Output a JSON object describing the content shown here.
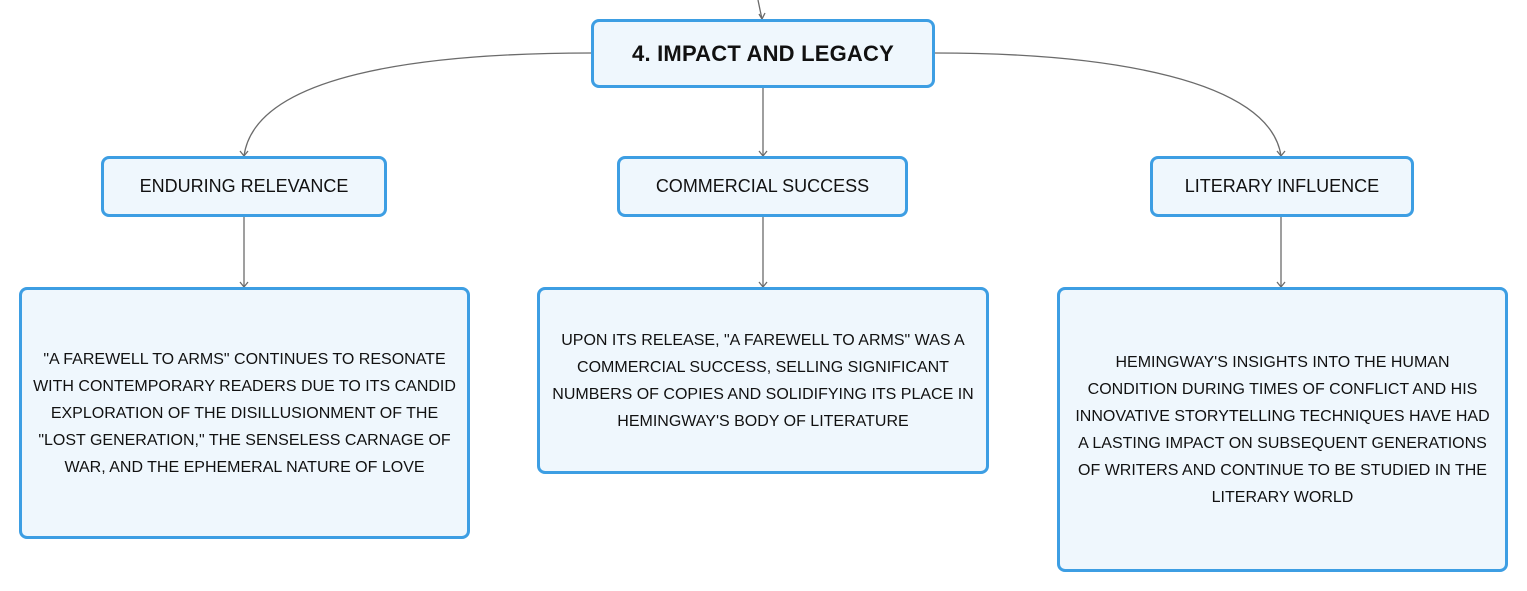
{
  "root": {
    "label": "4. IMPACT AND LEGACY"
  },
  "branches": [
    {
      "label": "ENDURING RELEVANCE",
      "detail": "\"A FAREWELL TO ARMS\" CONTINUES TO RESONATE WITH CONTEMPORARY READERS DUE TO ITS CANDID EXPLORATION OF THE DISILLUSIONMENT OF THE \"LOST GENERATION,\" THE SENSELESS CARNAGE OF WAR, AND THE EPHEMERAL NATURE OF LOVE"
    },
    {
      "label": "COMMERCIAL SUCCESS",
      "detail": "UPON ITS RELEASE, \"A FAREWELL TO ARMS\" WAS A COMMERCIAL SUCCESS, SELLING SIGNIFICANT NUMBERS OF COPIES AND SOLIDIFYING ITS PLACE IN HEMINGWAY'S BODY OF LITERATURE"
    },
    {
      "label": "LITERARY INFLUENCE",
      "detail": "HEMINGWAY'S INSIGHTS INTO THE HUMAN CONDITION DURING TIMES OF CONFLICT AND HIS INNOVATIVE STORYTELLING TECHNIQUES HAVE HAD A LASTING IMPACT ON SUBSEQUENT GENERATIONS OF WRITERS AND CONTINUE TO BE STUDIED IN THE LITERARY WORLD"
    }
  ],
  "colors": {
    "border": "#3d9ee3",
    "fill": "#eff7fd",
    "connector": "#6b6b6b"
  }
}
